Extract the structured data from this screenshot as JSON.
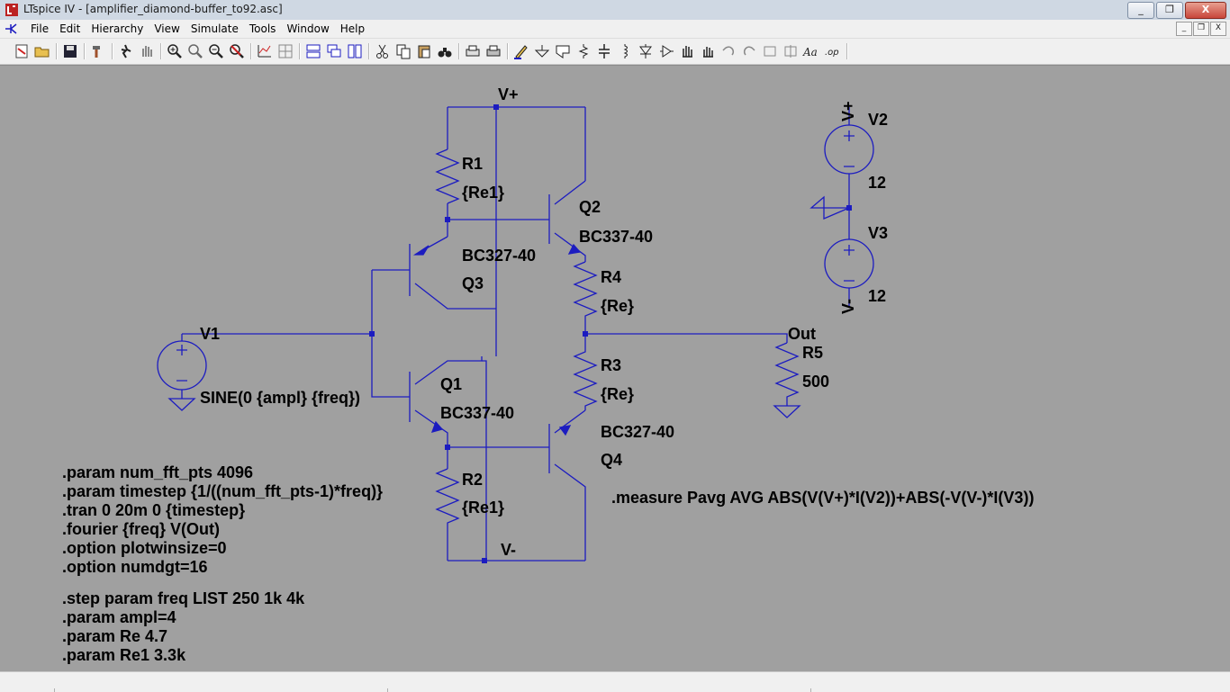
{
  "window": {
    "title": "LTspice IV - [amplifier_diamond-buffer_to92.asc]",
    "buttons": [
      "_",
      "❐",
      "X"
    ]
  },
  "menubar": {
    "items": [
      "File",
      "Edit",
      "Hierarchy",
      "View",
      "Simulate",
      "Tools",
      "Window",
      "Help"
    ],
    "mdi_buttons": [
      "_",
      "❐",
      "X"
    ]
  },
  "schematic": {
    "nets": {
      "vplus": "V+",
      "vminus": "V-",
      "out": "Out"
    },
    "components": {
      "R1": {
        "name": "R1",
        "value": "{Re1}"
      },
      "R2": {
        "name": "R2",
        "value": "{Re1}"
      },
      "R3": {
        "name": "R3",
        "value": "{Re}"
      },
      "R4": {
        "name": "R4",
        "value": "{Re}"
      },
      "R5": {
        "name": "R5",
        "value": "500"
      },
      "Q1": {
        "name": "Q1",
        "value": "BC337-40"
      },
      "Q2": {
        "name": "Q2",
        "value": "BC337-40"
      },
      "Q3": {
        "name": "Q3",
        "value": "BC327-40"
      },
      "Q4": {
        "name": "Q4",
        "value": "BC327-40"
      },
      "V1": {
        "name": "V1",
        "value": "SINE(0 {ampl} {freq})"
      },
      "V2": {
        "name": "V2",
        "value": "12"
      },
      "V3": {
        "name": "V3",
        "value": "12"
      }
    },
    "supply_labels": {
      "top": "V+",
      "bottom": "V-"
    },
    "directives_block1": [
      ".param num_fft_pts 4096",
      ".param timestep {1/((num_fft_pts-1)*freq)}",
      ".tran 0 20m 0 {timestep}",
      ".fourier {freq} V(Out)",
      ".option plotwinsize=0",
      ".option numdgt=16"
    ],
    "directives_block2": [
      ".step param freq LIST 250 1k 4k",
      ".param ampl=4",
      ".param Re 4.7",
      ".param Re1 3.3k"
    ],
    "measure": ".measure Pavg AVG ABS(V(V+)*I(V2))+ABS(-V(V-)*I(V3))"
  },
  "colors": {
    "wire": "#1c1cc0",
    "canvas": "#a0a0a0",
    "text": "#000000"
  }
}
